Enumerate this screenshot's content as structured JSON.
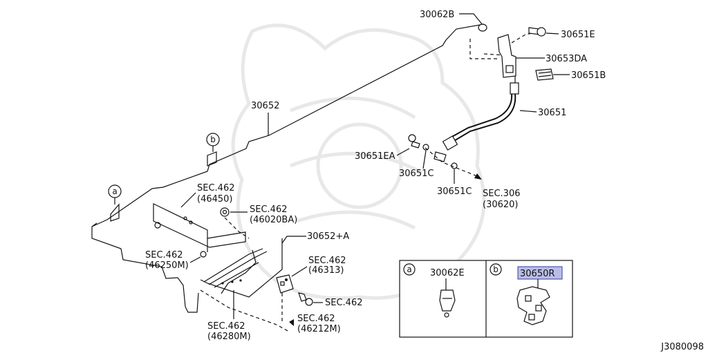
{
  "labels": {
    "p30062b": "30062B",
    "p30651e": "30651E",
    "p30653da": "30653DA",
    "p30651b": "30651B",
    "p30651": "30651",
    "p30652": "30652",
    "p30651ea": "30651EA",
    "p30651c_a": "30651C",
    "p30651c_b": "30651C",
    "sec306": "SEC.306",
    "sec306_ref": "(30620)",
    "sec462_46450": "SEC.462",
    "ref_46450": "(46450)",
    "sec462_46020ba": "SEC.462",
    "ref_46020ba": "(46020BA)",
    "p30652a": "30652+A",
    "sec462_46250m": "SEC.462",
    "ref_46250m": "(46250M)",
    "sec462_46313": "SEC.462",
    "ref_46313": "(46313)",
    "sec462_bolt": "SEC.462",
    "sec462_46280m": "SEC.462",
    "ref_46280m": "(46280M)",
    "sec462_46212m": "SEC.462",
    "ref_46212m": "(46212M)",
    "marker_a": "a",
    "marker_b": "b",
    "inset_a_marker": "a",
    "inset_b_marker": "b",
    "inset_a_part": "30062E",
    "inset_b_part": "30650R",
    "diagram_id": "J3080098"
  },
  "colors": {
    "highlight_fill": "#b9bde6",
    "highlight_stroke": "#3a3f9e",
    "line": "#111111",
    "watermark": "#e8e8e8"
  }
}
